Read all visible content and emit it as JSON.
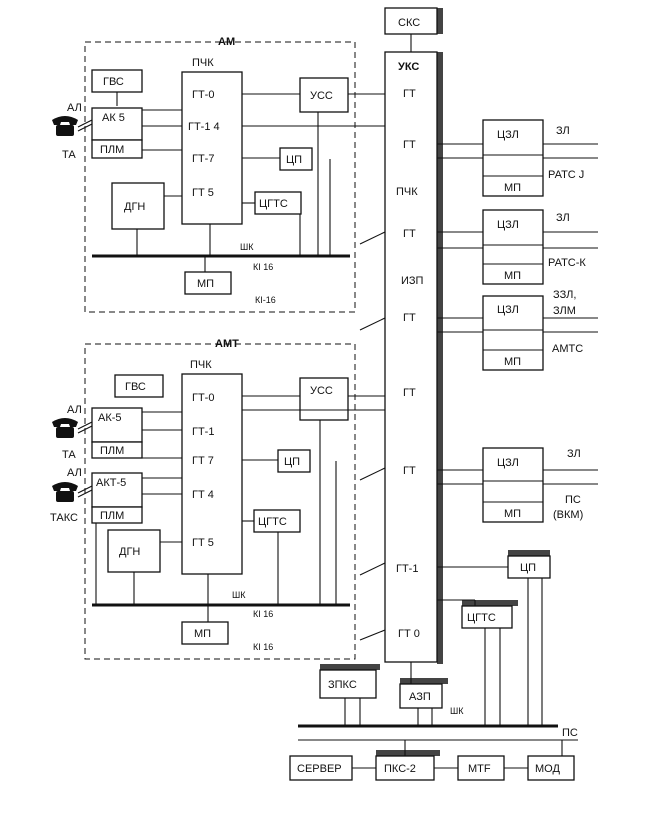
{
  "am": {
    "title": "АМ",
    "pchk": "ПЧК",
    "gvs": "ГВС",
    "ak": "АК 5",
    "plm": "ПЛМ",
    "dgn": "ДГН",
    "gt0": "ГТ-0",
    "gt1": "ГТ-1  4",
    "gt7": "ГТ-7",
    "gt5": "ГТ 5",
    "uss": "УСС",
    "cp": "ЦП",
    "cgts": "ЦГТС",
    "shk": "ШК",
    "ki16": "КI 16",
    "ki16b": "КI-16",
    "mp": "МП",
    "al": "АЛ",
    "ta": "ТА"
  },
  "amt": {
    "title": "АМТ",
    "pchk": "ПЧК",
    "gvs": "ГВС",
    "ak": "АК-5",
    "plm1": "ПЛМ",
    "akt": "АКТ-5",
    "plm2": "ПЛМ",
    "dgn": "ДГН",
    "gt0": "ГТ-0",
    "gt1": "ГТ-1",
    "gt7": "ГТ 7",
    "gt4": "ГТ 4",
    "gt5": "ГТ 5",
    "uss": "УСС",
    "cp": "ЦП",
    "cgts": "ЦГТС",
    "shk": "ШК",
    "ki16": "КI 16",
    "ki16b": "КI 16",
    "mp": "МП",
    "al1": "АЛ",
    "ta": "ТА",
    "al2": "АЛ",
    "taks": "ТАКС"
  },
  "center": {
    "sks": "СКС",
    "uks": "УКС",
    "gt_a": "ГТ",
    "gt_b": "ГТ",
    "pchk": "ПЧК",
    "gt_c": "ГТ",
    "izp": "ИЗП",
    "gt_d": "ГТ",
    "gt_e": "ГТ",
    "gt_f": "ГТ",
    "gt1": "ГТ-1",
    "gt0": "ГТ 0"
  },
  "right": {
    "czl1": "ЦЗЛ",
    "mp1": "МП",
    "zl1": "ЗЛ",
    "rats1": "РАТС J",
    "czl2": "ЦЗЛ",
    "mp2": "МП",
    "zl2": "ЗЛ",
    "rats2": "РАТС-К",
    "czl3": "ЦЗЛ",
    "mp3": "МП",
    "zl3a": "ЗЗЛ,",
    "zl3b": "ЗЛМ",
    "amts": "АМТС",
    "czl4": "ЦЗЛ",
    "mp4": "МП",
    "zl4": "ЗЛ",
    "ps": "ПС",
    "vkm": "(ВКМ)"
  },
  "bottom": {
    "cp": "ЦП",
    "cgts": "ЦГТС",
    "zpks": "ЗПКС",
    "azp": "АЗП",
    "shk": "ШК",
    "server": "СЕРВЕР",
    "pks2": "ПКС-2",
    "mtf": "MTF",
    "mod": "МОД",
    "ps": "ПС"
  }
}
